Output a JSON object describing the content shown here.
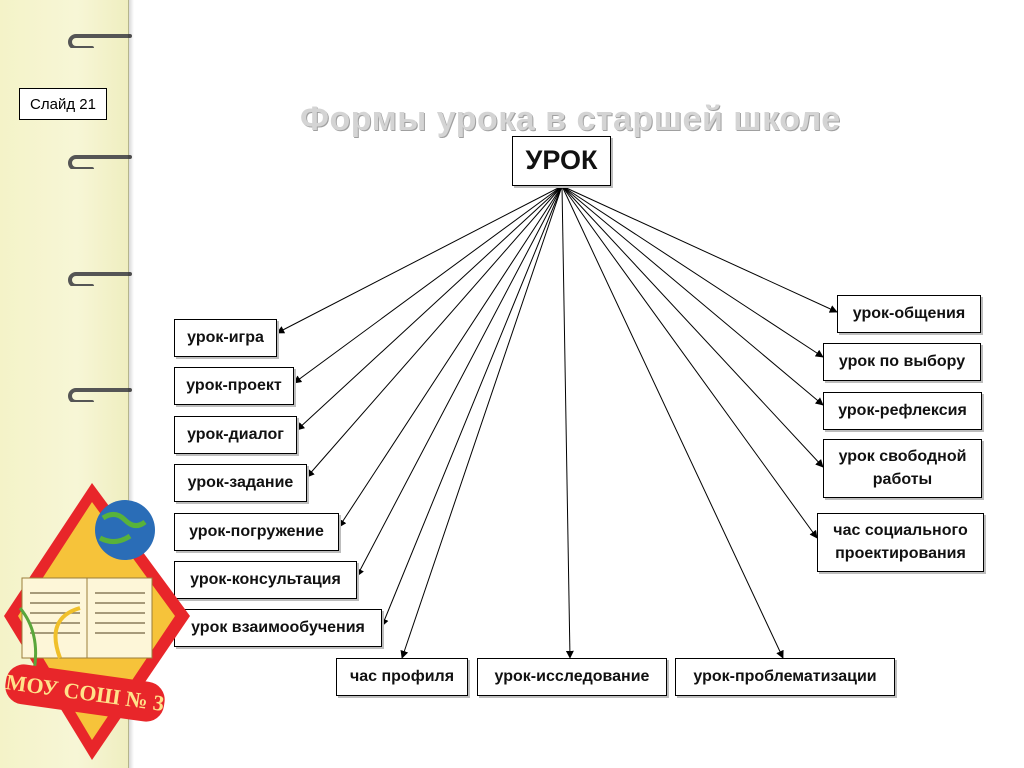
{
  "slide_label": "Слайд 21",
  "title": "Формы урока в старшей школе",
  "root": "УРОК",
  "nodes": [
    "урок-игра",
    "урок-проект",
    "урок-диалог",
    "урок-задание",
    "урок-погружение",
    "урок-консультация",
    "урок взаимообучения",
    "час профиля",
    "урок-исследование",
    "урок-проблематизации",
    "час социального проектирования",
    "урок свободной работы",
    "урок-рефлексия",
    "урок по выбору",
    "урок-общения"
  ],
  "emblem": {
    "text": "МОУ СОШ № 3"
  },
  "colors": {
    "sidebar": "#f4f3c8",
    "arrow": "#000000",
    "diamond": "#e8262a",
    "diamond_inner": "#f6c33a"
  }
}
